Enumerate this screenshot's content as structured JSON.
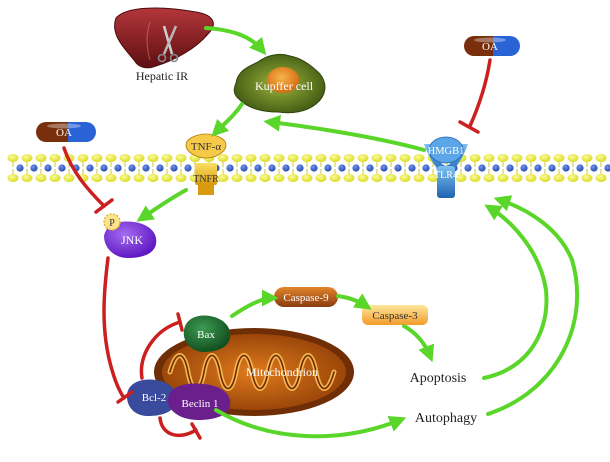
{
  "labels": {
    "hepatic_ir": "Hepatic IR",
    "kupffer_cell": "Kupffer cell",
    "oa_top_right": "OA",
    "oa_left": "OA",
    "tnf_alpha": "TNF-α",
    "tnfr": "TNFR",
    "hmgb1": "HMGB1",
    "tlr4": "TLR4",
    "phospho": "P",
    "jnk": "JNK",
    "bax": "Bax",
    "caspase9": "Caspase-9",
    "caspase3": "Caspase-3",
    "mitochondrion": "Mitochondrion",
    "apoptosis": "Apoptosis",
    "autophagy": "Autophagy",
    "bcl2": "Bcl-2",
    "beclin1": "Beclin 1"
  },
  "colors": {
    "activation_arrow": "#5ad62a",
    "inhibition_line": "#cc1f1f",
    "liver": "#7a1a1a",
    "kupffer": "#5f7a1f",
    "membrane_head": "#e8e832",
    "membrane_dot": "#2b58c9",
    "receptor_tnfr": "#e7b11a",
    "receptor_tlr4": "#3a8fd6",
    "jnk": "#7b2be0",
    "bax": "#1f6b2f",
    "mitochondrion": "#c35f12",
    "bcl2": "#3a4a9c",
    "beclin1": "#6a1f8c"
  },
  "icons": [
    "liver-icon",
    "scissors-icon",
    "capsule-icon",
    "kupffer-cell-icon",
    "mitochondrion-icon"
  ]
}
